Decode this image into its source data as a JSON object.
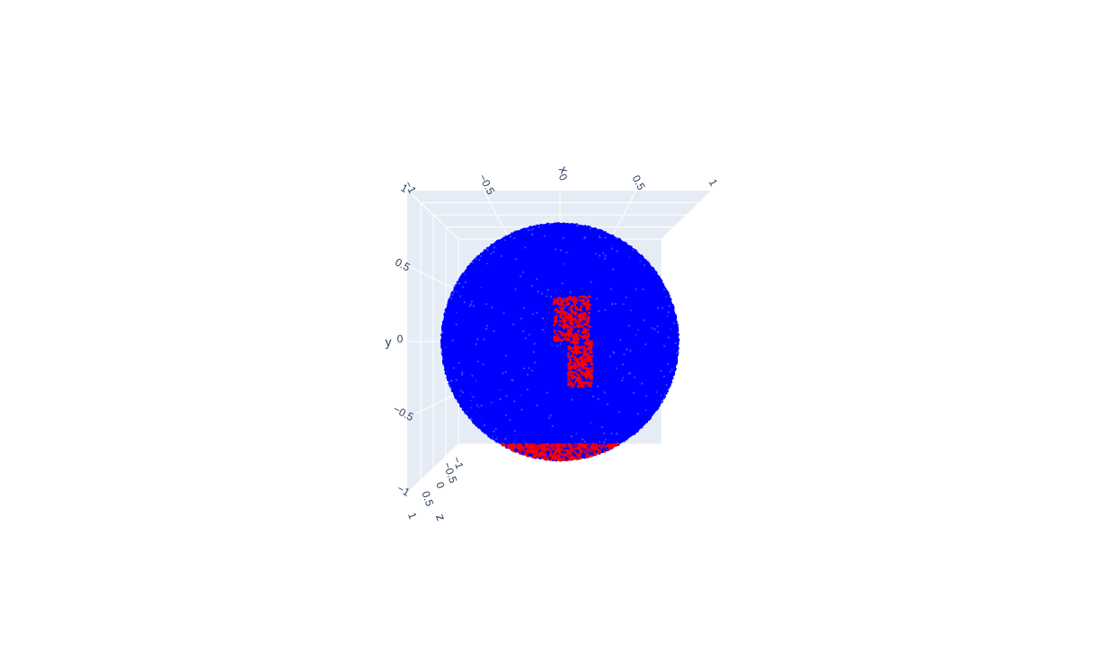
{
  "chart_data": {
    "type": "scatter",
    "projection": "3d",
    "title": "",
    "axes": {
      "x": {
        "title": "x",
        "range": [
          -1,
          1
        ],
        "ticks": [
          "−1",
          "−0.5",
          "0",
          "0.5",
          "1"
        ]
      },
      "y": {
        "title": "y",
        "range": [
          -1,
          1
        ],
        "ticks": [
          "−1",
          "−0.5",
          "0",
          "0.5",
          "1"
        ]
      },
      "z": {
        "title": "z",
        "range": [
          -1,
          1
        ],
        "ticks": [
          "−1",
          "−0.5",
          "0",
          "0.5",
          "1"
        ]
      }
    },
    "grid": true,
    "legend": "none",
    "series": [
      {
        "color": "#0000ff",
        "shape": "unit sphere surface",
        "approx_points": 4000
      },
      {
        "color": "#ff0000",
        "shape": "cap near y = -1",
        "y_range": [
          -1.0,
          -0.86
        ]
      },
      {
        "color": "#ff0000",
        "shape": "patch, upper-left block",
        "x_range": [
          -0.05,
          0.25
        ],
        "y_range": [
          0.0,
          0.38
        ]
      },
      {
        "color": "#ff0000",
        "shape": "patch, lower-right block",
        "x_range": [
          0.07,
          0.27
        ],
        "y_range": [
          -0.38,
          0.0
        ]
      }
    ]
  },
  "colors": {
    "sphere": "#0000ff",
    "highlight": "#ff0000",
    "pane": "#e5ecf6",
    "gridline": "#ffffff",
    "text": "#2a3f5f"
  }
}
